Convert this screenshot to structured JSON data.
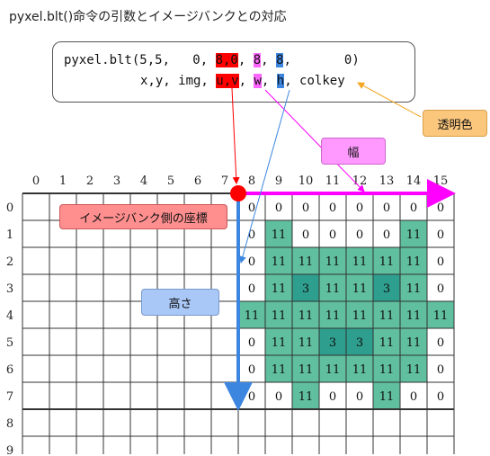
{
  "title": "pyxel.blt()命令の引数とイメージバンクとの対応",
  "code": {
    "line1": {
      "prefix": "pyxel.blt(5,5,   0, ",
      "u_val": "8,0",
      "sep1": ", ",
      "w_val": "8",
      "sep2": ", ",
      "h_val": "8",
      "suffix": ",       0)"
    },
    "line2": {
      "prefix": "x,y, img, ",
      "u_label": "u,v",
      "sep1": ", ",
      "w_label": "w",
      "sep2": ", ",
      "h_label": "h",
      "suffix": ", colkey"
    }
  },
  "labels": {
    "transparent": "透明色",
    "width": "幅",
    "height": "高さ",
    "bank_coord": "イメージバンク側の座標"
  },
  "colors": {
    "red": "#ff0000",
    "magenta": "#ff00ff",
    "blue": "#3d86e0",
    "orange": "#f5a623",
    "teal_light": "#5fbf9f",
    "teal_dark": "#2e9e8e"
  },
  "grid": {
    "col_headers": [
      "0",
      "1",
      "2",
      "3",
      "4",
      "5",
      "6",
      "7",
      "8",
      "9",
      "10",
      "11",
      "12",
      "13",
      "14",
      "15"
    ],
    "row_headers": [
      "0",
      "1",
      "2",
      "3",
      "4",
      "5",
      "6",
      "7",
      "8",
      "9"
    ],
    "cells": [
      [
        "0",
        "0",
        "0",
        "0",
        "0",
        "0",
        "0",
        "0"
      ],
      [
        "0",
        "11",
        "0",
        "0",
        "0",
        "0",
        "11",
        "0"
      ],
      [
        "0",
        "11",
        "11",
        "11",
        "11",
        "11",
        "11",
        "0"
      ],
      [
        "0",
        "11",
        "3",
        "11",
        "11",
        "3",
        "11",
        "0"
      ],
      [
        "11",
        "11",
        "11",
        "11",
        "11",
        "11",
        "11",
        "11"
      ],
      [
        "0",
        "11",
        "11",
        "3",
        "3",
        "11",
        "11",
        "0"
      ],
      [
        "0",
        "11",
        "11",
        "11",
        "11",
        "11",
        "11",
        "0"
      ],
      [
        "0",
        "0",
        "11",
        "0",
        "0",
        "11",
        "0",
        "0"
      ]
    ]
  }
}
